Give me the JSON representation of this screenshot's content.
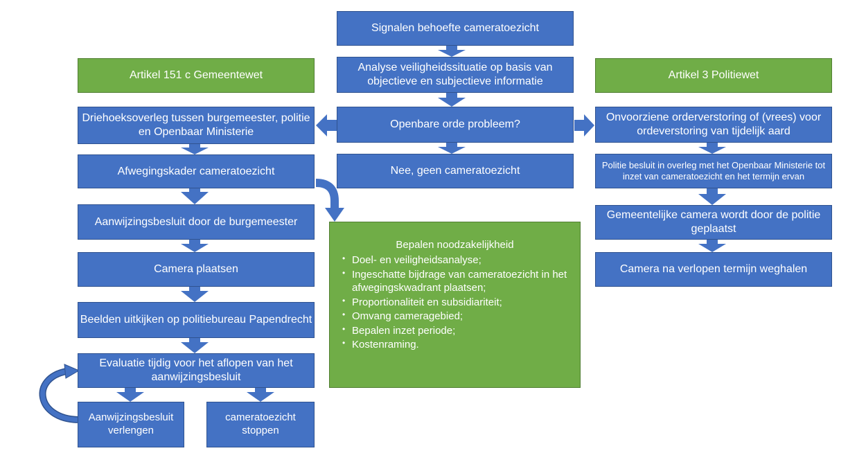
{
  "colors": {
    "blue": "#4472c4",
    "green": "#70ad47",
    "arrow": "#4472c4"
  },
  "nodes": {
    "signalen": "Signalen behoefte cameratoezicht",
    "analyse": "Analyse veiligheidssituatie op basis van objectieve en subjectieve informatie",
    "openbare_orde": "Openbare orde probleem?",
    "nee": "Nee, geen cameratoezicht",
    "artikel151": "Artikel 151 c Gemeentewet",
    "artikel3": "Artikel 3 Politiewet",
    "driehoek": "Driehoeksoverleg tussen burgemeester, politie en Openbaar Ministerie",
    "afweging": "Afwegingskader cameratoezicht",
    "aanwijzing": "Aanwijzingsbesluit door de burgemeester",
    "camera_plaatsen": "Camera plaatsen",
    "beelden": "Beelden uitkijken op politiebureau Papendrecht",
    "evaluatie": "Evaluatie tijdig voor het aflopen van het aanwijzingsbesluit",
    "verlengen": "Aanwijzingsbesluit verlengen",
    "stoppen": "cameratoezicht stoppen",
    "onvoorziene": "Onvoorziene orderverstoring of (vrees) voor ordeverstoring van tijdelijk aard",
    "politie_besluit": "Politie besluit in overleg met het Openbaar Ministerie tot inzet van cameratoezicht en het termijn ervan",
    "gemeentelijke": "Gemeentelijke camera wordt door de politie geplaatst",
    "weghalen": "Camera na verlopen termijn weghalen"
  },
  "noodzakelijkheid": {
    "title": "Bepalen noodzakelijkheid",
    "items": [
      "Doel- en veiligheidsanalyse;",
      "Ingeschatte bijdrage van cameratoezicht in het afwegingskwadrant plaatsen;",
      "Proportionaliteit en subsidiariteit;",
      "Omvang cameragebied;",
      "Bepalen inzet periode;",
      "Kostenraming."
    ]
  }
}
